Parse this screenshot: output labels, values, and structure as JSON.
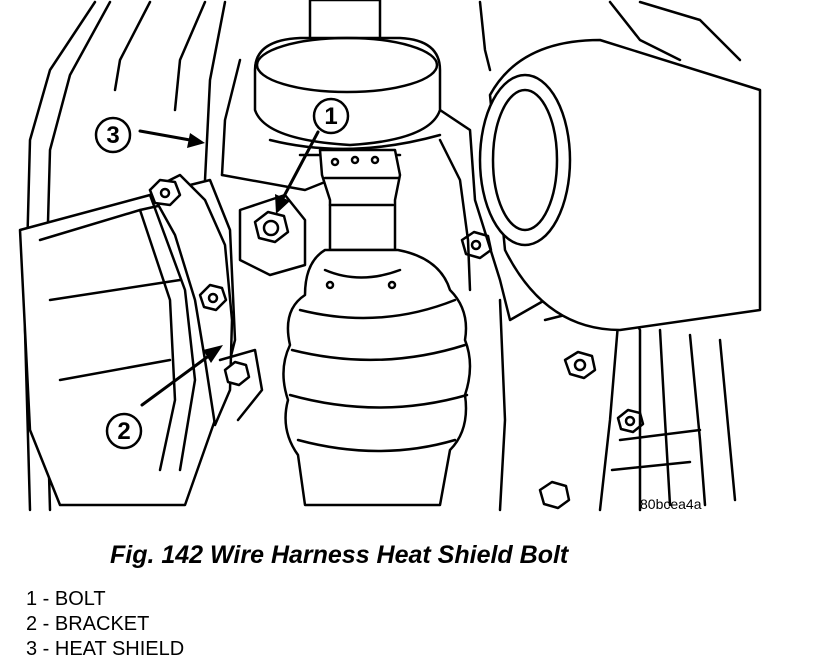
{
  "figure": {
    "code": "80bcea4a",
    "caption": "Fig. 142 Wire Harness Heat Shield Bolt",
    "callouts": [
      {
        "number": "1"
      },
      {
        "number": "2"
      },
      {
        "number": "3"
      }
    ]
  },
  "legend": [
    {
      "number": "1",
      "label": "BOLT",
      "text": "1 - BOLT"
    },
    {
      "number": "2",
      "label": "BRACKET",
      "text": "2 - BRACKET"
    },
    {
      "number": "3",
      "label": "HEAT SHIELD",
      "text": "3 - HEAT SHIELD"
    }
  ]
}
